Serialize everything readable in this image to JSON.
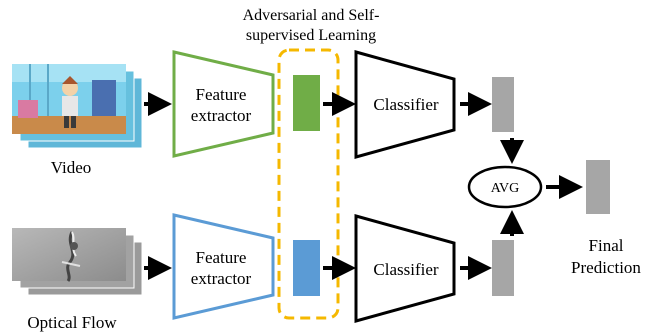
{
  "diagram": {
    "title": {
      "line1": "Adversarial and Self-",
      "line2": "supervised Learning"
    },
    "video_branch": {
      "input_label": "Video",
      "extractor_label_line1": "Feature",
      "extractor_label_line2": "extractor",
      "classifier_label": "Classifier",
      "extractor_color": "#70ad47",
      "feature_color": "#70ad47"
    },
    "flow_branch": {
      "input_label": "Optical Flow",
      "extractor_label_line1": "Feature",
      "extractor_label_line2": "extractor",
      "classifier_label": "Classifier",
      "extractor_color": "#5b9bd5",
      "feature_color": "#5b9bd5"
    },
    "fusion": {
      "avg_label": "AVG",
      "output_label_line1": "Final",
      "output_label_line2": "Prediction"
    },
    "colors": {
      "dashed_box": "#f5b800",
      "output_bar": "#a6a6a6",
      "classifier_stroke": "#000000"
    }
  }
}
